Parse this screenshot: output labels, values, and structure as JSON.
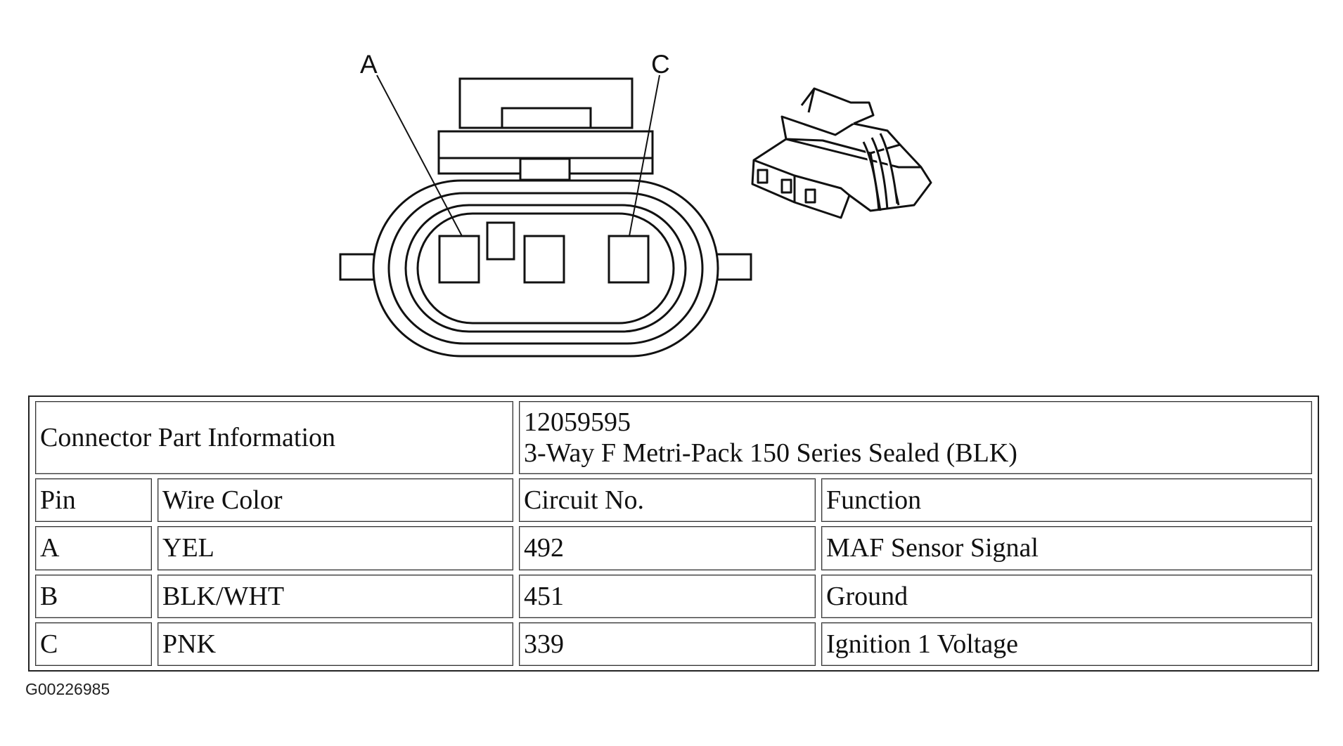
{
  "diagram": {
    "pin_labels": [
      "A",
      "C"
    ],
    "figure_id": "G00226985"
  },
  "table": {
    "header": {
      "label": "Connector Part Information",
      "part_number": "12059595",
      "description": "3-Way F Metri-Pack 150 Series Sealed (BLK)"
    },
    "columns": [
      "Pin",
      "Wire Color",
      "Circuit No.",
      "Function"
    ],
    "rows": [
      [
        "A",
        "YEL",
        "492",
        "MAF Sensor Signal"
      ],
      [
        "B",
        "BLK/WHT",
        "451",
        "Ground"
      ],
      [
        "C",
        "PNK",
        "339",
        "Ignition 1 Voltage"
      ]
    ]
  }
}
